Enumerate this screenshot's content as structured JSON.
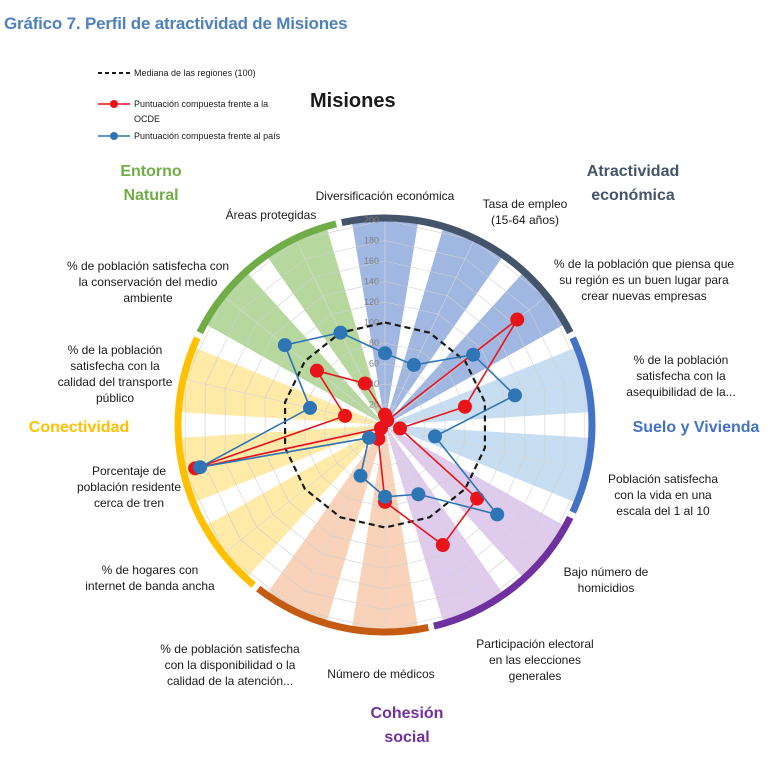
{
  "page_title": "Gráfico 7. Perfil de atractividad de Misiones",
  "chart_data": {
    "type": "radar",
    "title": "Misiones",
    "rlim": [
      0,
      200
    ],
    "radial_ticks": [
      20,
      40,
      60,
      80,
      100,
      120,
      140,
      160,
      180,
      200
    ],
    "grid": true,
    "legend_position": "top-left",
    "categories": [
      "Diversificación económica",
      "Tasa de empleo (15-64 años)",
      "% de la población que piensa que su región es un buen lugar para crear nuevas empresas",
      "% de la población satisfecha con la asequibilidad de la...",
      "Población satisfecha con la vida en una escala del 1 al 10",
      "Bajo número de homicidios",
      "Participación electoral en las elecciones generales",
      "Número de médicos",
      "% de población satisfecha con la disponibilidad o la calidad de la atención...",
      "% de hogares con internet de banda ancha",
      "Porcentaje de población residente cerca de tren",
      "% de la población satisfecha con la calidad del transporte público",
      "% de población satisfecha con la conservación del medio ambiente",
      "Áreas protegidas"
    ],
    "label_lines": [
      [
        "Diversificación económica"
      ],
      [
        "Tasa de empleo",
        "(15-64  años)"
      ],
      [
        "% de la población que piensa que",
        "su región es un buen lugar para",
        "crear nuevas empresas"
      ],
      [
        "% de la población",
        "satisfecha con la",
        "asequibilidad de la..."
      ],
      [
        "Población satisfecha",
        "con la vida en una",
        "escala del 1 al 10"
      ],
      [
        "Bajo número de",
        "homicidios"
      ],
      [
        "Participación electoral",
        "en las elecciones",
        "generales"
      ],
      [
        "Número de médicos"
      ],
      [
        "% de población satisfecha",
        "con la disponibilidad o la",
        "calidad de la atención..."
      ],
      [
        "% de hogares con",
        "internet de banda ancha"
      ],
      [
        "Porcentaje de",
        "población residente",
        "cerca de tren"
      ],
      [
        "% de la población",
        "satisfecha con la",
        "calidad del transporte",
        "público"
      ],
      [
        "% de población satisfecha con",
        "la conservación del medio",
        "ambiente"
      ],
      [
        "Áreas protegidas"
      ]
    ],
    "groups": [
      {
        "name_lines": [
          "Atractividad",
          "económica"
        ],
        "color": "#44546a",
        "band": "#8faadc",
        "spokes": [
          0,
          1,
          2
        ]
      },
      {
        "name_lines": [
          "Suelo y Vivienda"
        ],
        "color": "#4472c4",
        "band": "#bdd7ee",
        "spokes": [
          3,
          4
        ]
      },
      {
        "name_lines": [
          "Cohesión",
          "social"
        ],
        "color": "#7030a0",
        "band": "#d9c3e9",
        "spokes": [
          5,
          6
        ]
      },
      {
        "name_lines": [
          "Cohesión",
          "social"
        ],
        "color": "#c55a11",
        "band": "#f8cbad",
        "spokes": [
          7,
          8
        ]
      },
      {
        "name_lines": [
          "Conectividad"
        ],
        "color": "#ffc000",
        "band": "#ffe699",
        "spokes": [
          9,
          10,
          11
        ]
      },
      {
        "name_lines": [
          "Entorno",
          "Natural"
        ],
        "color": "#70ad47",
        "band": "#a9d18e",
        "spokes": [
          12,
          13
        ]
      }
    ],
    "series": [
      {
        "name": "Mediana de las regiones (100)",
        "color": "#1a1a1a",
        "dash": true,
        "values": [
          100,
          100,
          100,
          100,
          100,
          100,
          100,
          100,
          100,
          100,
          100,
          100,
          100,
          100
        ]
      },
      {
        "name": "Puntuación compuesta frente a la OCDE",
        "color": "#e8141a",
        "values": [
          10,
          5,
          165,
          80,
          15,
          115,
          130,
          75,
          15,
          5,
          190,
          40,
          85,
          45
        ]
      },
      {
        "name": "Puntuación compuesta frente al país",
        "color": "#2e75b6",
        "values": [
          70,
          65,
          110,
          130,
          50,
          140,
          75,
          70,
          55,
          20,
          185,
          75,
          125,
          100
        ]
      }
    ]
  },
  "legend": {
    "items": [
      {
        "label": "Mediana de las regiones (100)"
      },
      {
        "label": "Puntuación compuesta frente a la OCDE"
      },
      {
        "label": "Puntuación compuesta frente al país"
      }
    ]
  },
  "group_labels": {
    "economica": {
      "line1": "Atractividad",
      "line2": "económica",
      "color": "#44546a"
    },
    "suelo": {
      "line1": "Suelo y Vivienda",
      "color": "#4472c4"
    },
    "cohesion": {
      "line1": "Cohesión",
      "line2": "social",
      "color": "#7030a0"
    },
    "conectividad": {
      "line1": "Conectividad",
      "color": "#ffc000"
    },
    "entorno": {
      "line1": "Entorno",
      "line2": "Natural",
      "color": "#70ad47"
    }
  }
}
